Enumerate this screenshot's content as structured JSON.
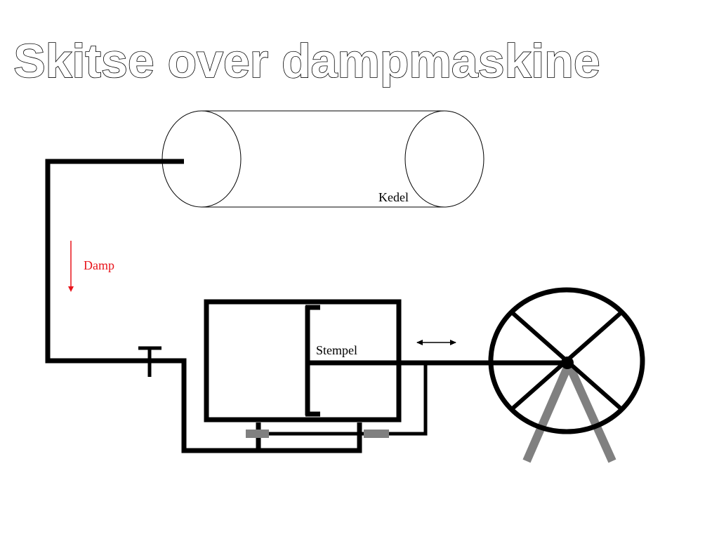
{
  "title": "Skitse over dampmaskine",
  "labels": {
    "boiler": "Kedel",
    "steam": "Damp",
    "piston": "Stempel"
  },
  "colors": {
    "steam": "#e8141b",
    "support": "#808080",
    "line": "#000000"
  }
}
